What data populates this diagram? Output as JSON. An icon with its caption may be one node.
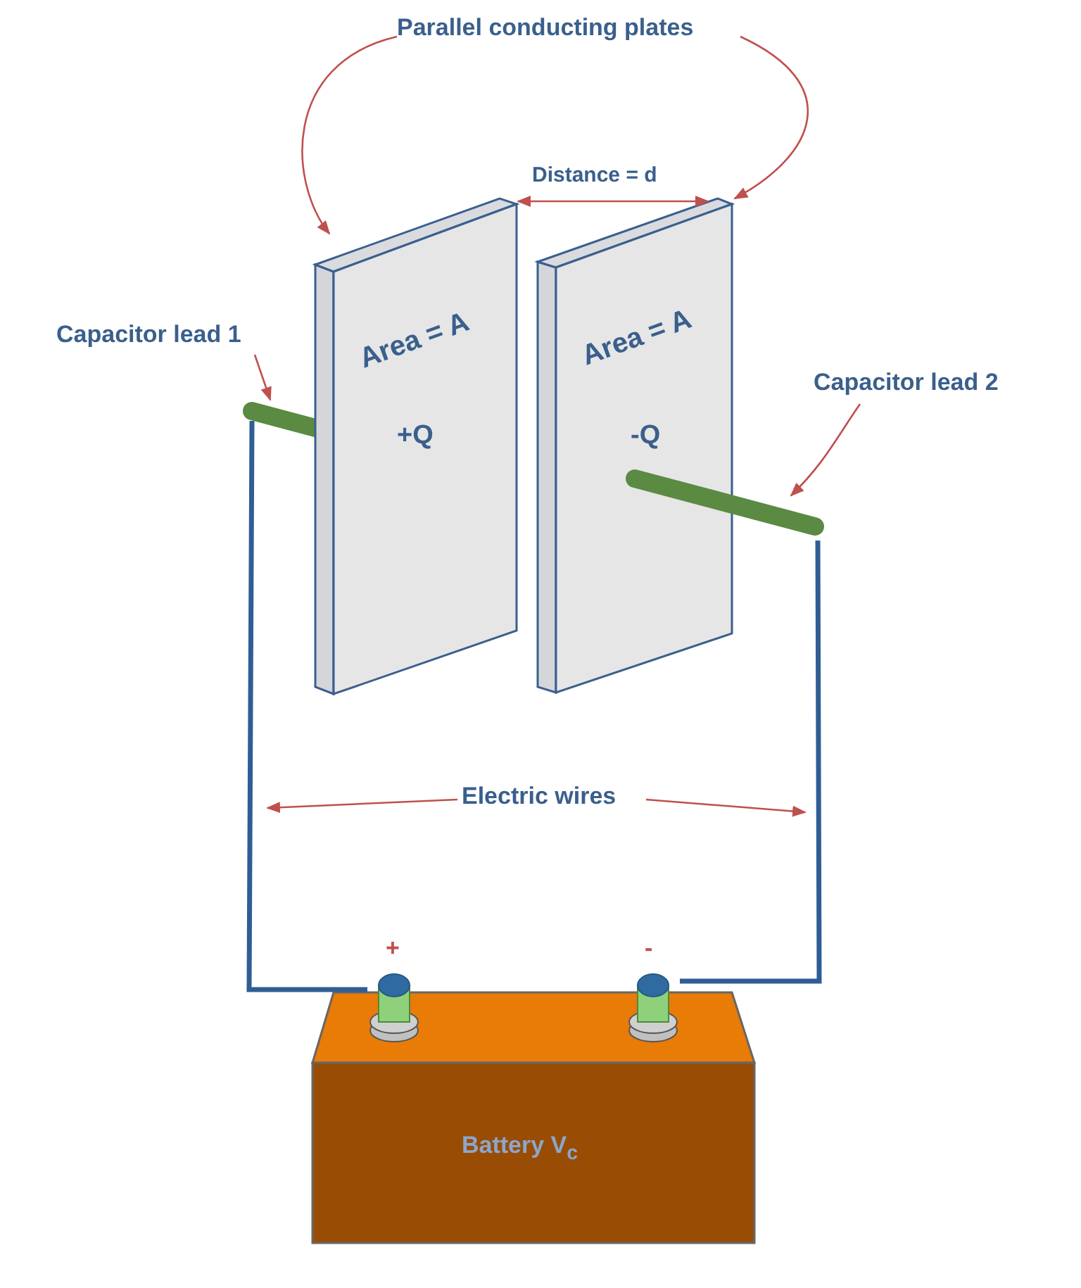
{
  "diagram": {
    "nodes": [
      {
        "text": [
          "Parallel conducting plates"
        ]
      },
      {
        "text": [
          "Area = A",
          "+Q"
        ]
      },
      {
        "text": [
          "Area = A",
          "-Q"
        ]
      },
      {
        "text": [
          "Capacitor lead 1"
        ]
      },
      {
        "text": [],
        "shape": "bar"
      },
      {
        "text": [
          "Capacitor lead 2"
        ]
      },
      {
        "text": [],
        "shape": "bar"
      },
      {
        "text": [
          "Electric wires"
        ]
      },
      {
        "text": [
          "Battery V$_{c}$"
        ]
      },
      {
        "text": [],
        "shape": "cylinder",
        "beside": [
          "+"
        ]
      },
      {
        "text": [],
        "shape": "cylinder",
        "beside": [
          "-"
        ]
      }
    ],
    "edges": [
      {
        "from": 0,
        "to": 1,
        "arrow": "to"
      },
      {
        "from": 0,
        "to": 2,
        "arrow": "to"
      },
      {
        "from": 3,
        "to": 4,
        "arrow": "to"
      },
      {
        "from": 5,
        "to": 6,
        "arrow": "to"
      },
      {
        "from": 7,
        "to": null,
        "arrow": "to"
      },
      {
        "from": 7,
        "to": null,
        "arrow": "to"
      },
      {
        "from": 4,
        "to": 9,
        "arrow": "none",
        "style": "thick",
        "color": "#2f5d94"
      },
      {
        "from": 6,
        "to": 10,
        "arrow": "none",
        "style": "thick",
        "color": "#2f5d94"
      }
    ],
    "labels": [
      "Distance = d"
    ]
  }
}
